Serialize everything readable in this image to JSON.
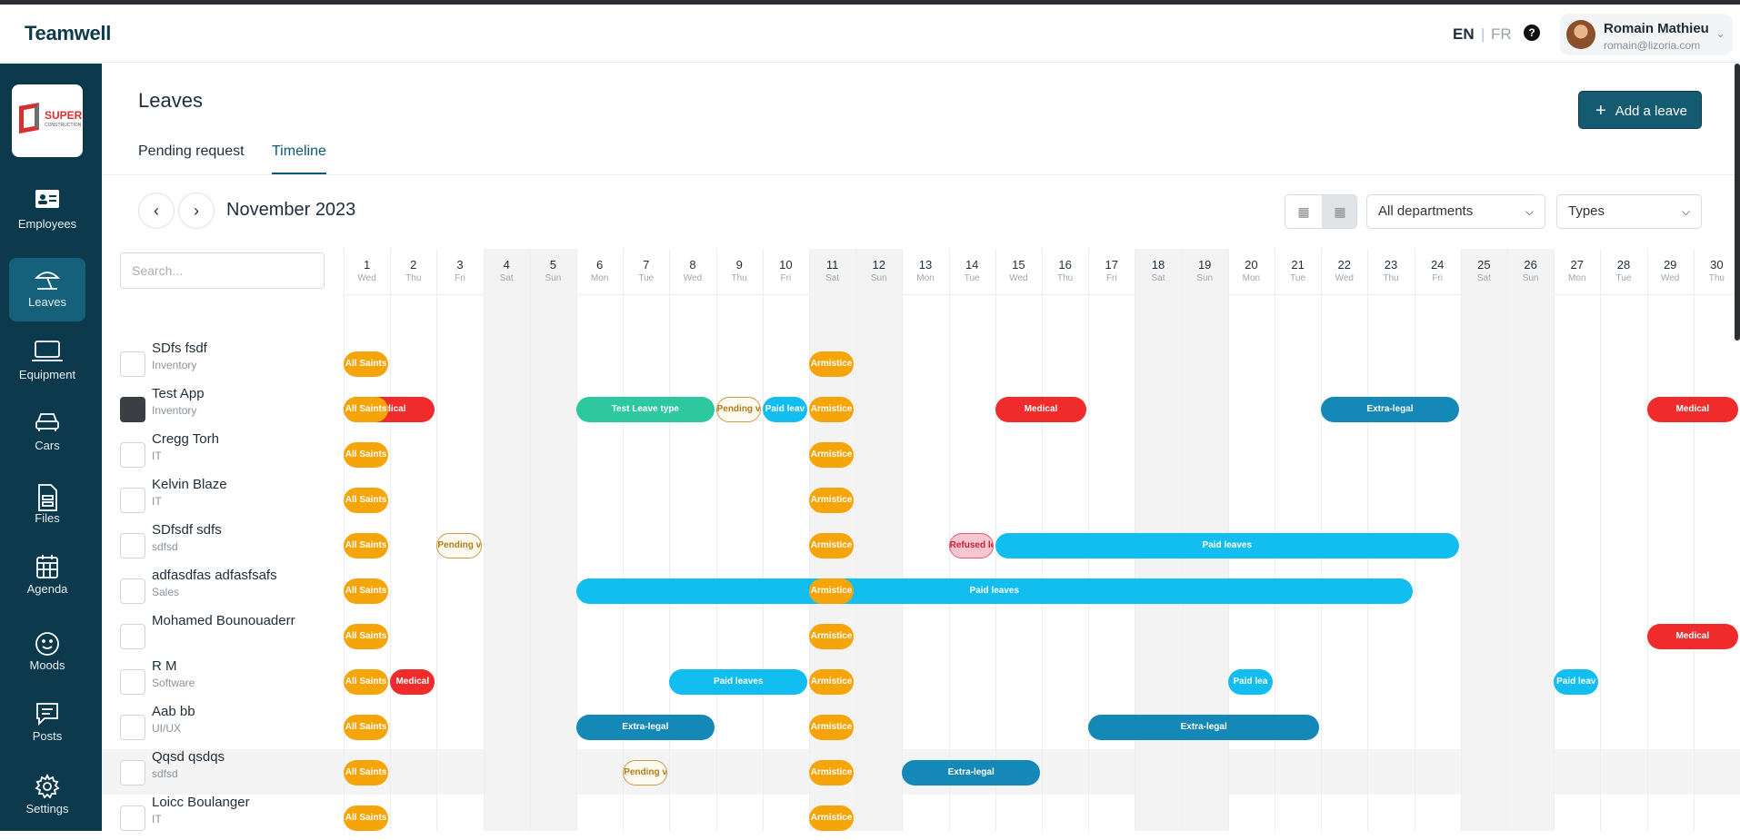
{
  "app": {
    "brand": "Teamwell",
    "lang_en": "EN",
    "lang_sep": "|",
    "lang_fr": "FR",
    "help": "?",
    "user_name": "Romain Mathieu",
    "user_email": "romain@lizoria.com"
  },
  "company_logo": {
    "line1": "SUPER",
    "line2": "CONSTRUCTION"
  },
  "sidebar": {
    "items": [
      {
        "label": "Employees",
        "icon": "id-card-icon"
      },
      {
        "label": "Leaves",
        "icon": "umbrella-icon",
        "active": true
      },
      {
        "label": "Equipment",
        "icon": "laptop-icon"
      },
      {
        "label": "Cars",
        "icon": "car-icon"
      },
      {
        "label": "Files",
        "icon": "file-icon"
      },
      {
        "label": "Agenda",
        "icon": "calendar-grid-icon"
      },
      {
        "label": "Moods",
        "icon": "smiley-icon"
      },
      {
        "label": "Posts",
        "icon": "chat-icon"
      },
      {
        "label": "Settings",
        "icon": "gear-icon"
      }
    ]
  },
  "page": {
    "title": "Leaves",
    "tab_pending": "Pending request",
    "tab_timeline": "Timeline",
    "add_leave": "Add a leave"
  },
  "toolbar": {
    "month": "November 2023",
    "departments": "All departments",
    "types": "Types"
  },
  "search": {
    "placeholder": "Search..."
  },
  "days": [
    {
      "n": "1",
      "w": "Wed"
    },
    {
      "n": "2",
      "w": "Thu"
    },
    {
      "n": "3",
      "w": "Fri"
    },
    {
      "n": "4",
      "w": "Sat"
    },
    {
      "n": "5",
      "w": "Sun"
    },
    {
      "n": "6",
      "w": "Mon"
    },
    {
      "n": "7",
      "w": "Tue"
    },
    {
      "n": "8",
      "w": "Wed"
    },
    {
      "n": "9",
      "w": "Thu"
    },
    {
      "n": "10",
      "w": "Fri"
    },
    {
      "n": "11",
      "w": "Sat"
    },
    {
      "n": "12",
      "w": "Sun"
    },
    {
      "n": "13",
      "w": "Mon"
    },
    {
      "n": "14",
      "w": "Tue"
    },
    {
      "n": "15",
      "w": "Wed"
    },
    {
      "n": "16",
      "w": "Thu"
    },
    {
      "n": "17",
      "w": "Fri"
    },
    {
      "n": "18",
      "w": "Sat"
    },
    {
      "n": "19",
      "w": "Sun"
    },
    {
      "n": "20",
      "w": "Mon"
    },
    {
      "n": "21",
      "w": "Tue"
    },
    {
      "n": "22",
      "w": "Wed"
    },
    {
      "n": "23",
      "w": "Thu"
    },
    {
      "n": "24",
      "w": "Fri"
    },
    {
      "n": "25",
      "w": "Sat"
    },
    {
      "n": "26",
      "w": "Sun"
    },
    {
      "n": "27",
      "w": "Mon"
    },
    {
      "n": "28",
      "w": "Tue"
    },
    {
      "n": "29",
      "w": "Wed"
    },
    {
      "n": "30",
      "w": "Thu"
    }
  ],
  "employees": [
    {
      "name": "SDfs fsdf",
      "dept": "Inventory"
    },
    {
      "name": "Test App",
      "dept": "Inventory"
    },
    {
      "name": "Cregg Torh",
      "dept": "IT"
    },
    {
      "name": "Kelvin Blaze",
      "dept": "IT"
    },
    {
      "name": "SDfsdf sdfs",
      "dept": "sdfsd"
    },
    {
      "name": "adfasdfas adfasfsafs",
      "dept": "Sales"
    },
    {
      "name": "Mohamed Bounouaderr",
      "dept": ""
    },
    {
      "name": "R M",
      "dept": "Software"
    },
    {
      "name": "Aab bb",
      "dept": "UI/UX"
    },
    {
      "name": "Qqsd qsdqs",
      "dept": "sdfsd"
    },
    {
      "name": "Loicc Boulanger",
      "dept": "IT"
    }
  ],
  "leaves": [
    {
      "row": 0,
      "start": 1,
      "end": 1,
      "label": "All Saints",
      "kind": "orange"
    },
    {
      "row": 0,
      "start": 11,
      "end": 11,
      "label": "Armistice",
      "kind": "orange"
    },
    {
      "row": 1,
      "start": 1,
      "end": 2,
      "label": "Medical",
      "kind": "red"
    },
    {
      "row": 1,
      "start": 1,
      "end": 1,
      "label": "All Saints",
      "kind": "orange"
    },
    {
      "row": 1,
      "start": 6,
      "end": 8,
      "label": "Test Leave type",
      "kind": "teal"
    },
    {
      "row": 1,
      "start": 9,
      "end": 9,
      "label": "Pending v",
      "kind": "pending"
    },
    {
      "row": 1,
      "start": 10,
      "end": 10,
      "label": "Paid leav",
      "kind": "cyan"
    },
    {
      "row": 1,
      "start": 11,
      "end": 11,
      "label": "Armistice",
      "kind": "orange"
    },
    {
      "row": 1,
      "start": 15,
      "end": 16,
      "label": "Medical",
      "kind": "red"
    },
    {
      "row": 1,
      "start": 22,
      "end": 24,
      "label": "Extra-legal",
      "kind": "blue"
    },
    {
      "row": 1,
      "start": 29,
      "end": 30,
      "label": "Medical",
      "kind": "red"
    },
    {
      "row": 2,
      "start": 1,
      "end": 1,
      "label": "All Saints",
      "kind": "orange"
    },
    {
      "row": 2,
      "start": 11,
      "end": 11,
      "label": "Armistice",
      "kind": "orange"
    },
    {
      "row": 3,
      "start": 1,
      "end": 1,
      "label": "All Saints",
      "kind": "orange"
    },
    {
      "row": 3,
      "start": 11,
      "end": 11,
      "label": "Armistice",
      "kind": "orange"
    },
    {
      "row": 4,
      "start": 1,
      "end": 1,
      "label": "All Saints",
      "kind": "orange"
    },
    {
      "row": 4,
      "start": 3,
      "end": 3,
      "label": "Pending v",
      "kind": "pending"
    },
    {
      "row": 4,
      "start": 11,
      "end": 11,
      "label": "Armistice",
      "kind": "orange"
    },
    {
      "row": 4,
      "start": 14,
      "end": 14,
      "label": "Refused le",
      "kind": "refused"
    },
    {
      "row": 4,
      "start": 15,
      "end": 24,
      "label": "Paid leaves",
      "kind": "cyan"
    },
    {
      "row": 5,
      "start": 1,
      "end": 1,
      "label": "All Saints",
      "kind": "orange"
    },
    {
      "row": 5,
      "start": 6,
      "end": 23,
      "label": "Paid leaves",
      "kind": "cyan"
    },
    {
      "row": 5,
      "start": 11,
      "end": 11,
      "label": "Armistice",
      "kind": "orange"
    },
    {
      "row": 6,
      "start": 1,
      "end": 1,
      "label": "All Saints",
      "kind": "orange"
    },
    {
      "row": 6,
      "start": 11,
      "end": 11,
      "label": "Armistice",
      "kind": "orange"
    },
    {
      "row": 6,
      "start": 29,
      "end": 30,
      "label": "Medical",
      "kind": "red"
    },
    {
      "row": 7,
      "start": 1,
      "end": 1,
      "label": "All Saints",
      "kind": "orange"
    },
    {
      "row": 7,
      "start": 2,
      "end": 2,
      "label": "Medical",
      "kind": "red"
    },
    {
      "row": 7,
      "start": 8,
      "end": 10,
      "label": "Paid leaves",
      "kind": "cyan"
    },
    {
      "row": 7,
      "start": 11,
      "end": 11,
      "label": "Armistice",
      "kind": "orange"
    },
    {
      "row": 7,
      "start": 20,
      "end": 20,
      "label": "Paid lea",
      "kind": "cyan"
    },
    {
      "row": 7,
      "start": 27,
      "end": 27,
      "label": "Paid leav",
      "kind": "cyan"
    },
    {
      "row": 8,
      "start": 1,
      "end": 1,
      "label": "All Saints",
      "kind": "orange"
    },
    {
      "row": 8,
      "start": 6,
      "end": 8,
      "label": "Extra-legal",
      "kind": "blue"
    },
    {
      "row": 8,
      "start": 11,
      "end": 11,
      "label": "Armistice",
      "kind": "orange"
    },
    {
      "row": 8,
      "start": 17,
      "end": 21,
      "label": "Extra-legal",
      "kind": "blue"
    },
    {
      "row": 9,
      "start": 1,
      "end": 1,
      "label": "All Saints",
      "kind": "orange"
    },
    {
      "row": 9,
      "start": 7,
      "end": 7,
      "label": "Pending v",
      "kind": "pending"
    },
    {
      "row": 9,
      "start": 11,
      "end": 11,
      "label": "Armistice",
      "kind": "orange"
    },
    {
      "row": 9,
      "start": 13,
      "end": 15,
      "label": "Extra-legal",
      "kind": "blue"
    },
    {
      "row": 10,
      "start": 1,
      "end": 1,
      "label": "All Saints",
      "kind": "orange"
    },
    {
      "row": 10,
      "start": 11,
      "end": 11,
      "label": "Armistice",
      "kind": "orange"
    }
  ],
  "colors": {
    "sidebar": "#0c3a4c",
    "accent": "#145a70",
    "orange": "#f5a50a",
    "red": "#f02b2b",
    "teal": "#2ec8a0",
    "cyan": "#12bdf0",
    "blue": "#1488b6"
  }
}
